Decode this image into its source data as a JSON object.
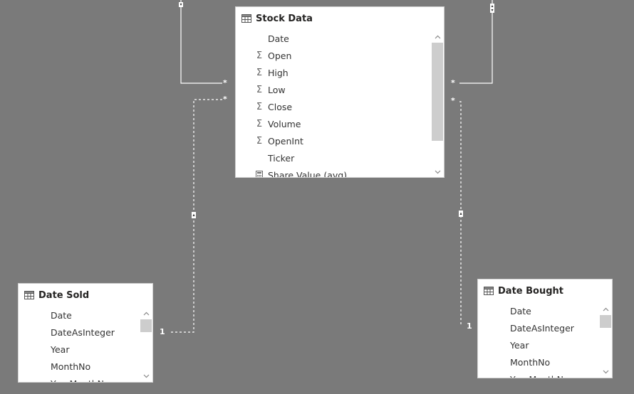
{
  "tables": {
    "stock": {
      "title": "Stock Data",
      "fields": [
        {
          "label": "Date",
          "icon": "none"
        },
        {
          "label": "Open",
          "icon": "sigma"
        },
        {
          "label": "High",
          "icon": "sigma"
        },
        {
          "label": "Low",
          "icon": "sigma"
        },
        {
          "label": "Close",
          "icon": "sigma"
        },
        {
          "label": "Volume",
          "icon": "sigma"
        },
        {
          "label": "OpenInt",
          "icon": "sigma"
        },
        {
          "label": "Ticker",
          "icon": "none"
        },
        {
          "label": "Share Value (avg)",
          "icon": "calculator"
        }
      ]
    },
    "date_sold": {
      "title": "Date Sold",
      "fields": [
        {
          "label": "Date",
          "icon": "none"
        },
        {
          "label": "DateAsInteger",
          "icon": "none"
        },
        {
          "label": "Year",
          "icon": "none"
        },
        {
          "label": "MonthNo",
          "icon": "none"
        },
        {
          "label": "YearMonthNo",
          "icon": "none"
        }
      ]
    },
    "date_bought": {
      "title": "Date Bought",
      "fields": [
        {
          "label": "Date",
          "icon": "none"
        },
        {
          "label": "DateAsInteger",
          "icon": "none"
        },
        {
          "label": "Year",
          "icon": "none"
        },
        {
          "label": "MonthNo",
          "icon": "none"
        },
        {
          "label": "YearMonthNo",
          "icon": "none"
        }
      ]
    }
  },
  "relationships": {
    "many_marker": "*",
    "one_marker": "1"
  },
  "colors": {
    "canvas": "#7a7a7a",
    "line": "#ffffff",
    "card": "#ffffff",
    "thumb": "#cdcdcd"
  }
}
